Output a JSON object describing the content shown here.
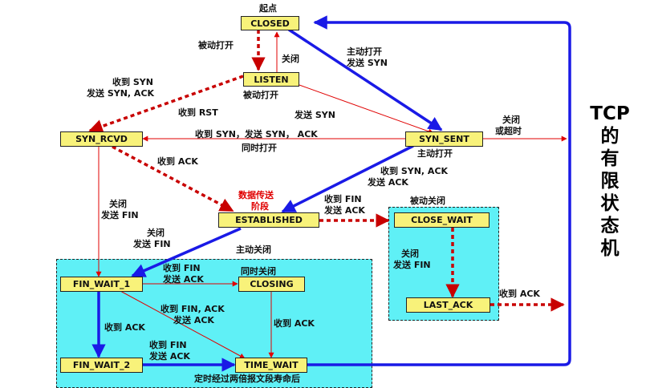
{
  "states": {
    "closed": "CLOSED",
    "listen": "LISTEN",
    "syn_rcvd": "SYN_RCVD",
    "syn_sent": "SYN_SENT",
    "established": "ESTABLISHED",
    "close_wait": "CLOSE_WAIT",
    "last_ack": "LAST_ACK",
    "fin_wait_1": "FIN_WAIT_1",
    "closing": "CLOSING",
    "fin_wait_2": "FIN_WAIT_2",
    "time_wait": "TIME_WAIT"
  },
  "labels": {
    "start": "起点",
    "passive_open_top": "被动打开",
    "close_listen": "关闭",
    "active_open_1": "主动打开",
    "send_syn_1": "发送 SYN",
    "recv_syn": "收到 SYN",
    "send_synack": "发送 SYN, ACK",
    "passive_open_2": "被动打开",
    "recv_rst": "收到 RST",
    "send_syn_2": "发送 SYN",
    "close_timeout_1": "关闭",
    "close_timeout_2": "或超时",
    "simul_open_1": "收到 SYN，发送 SYN， ACK",
    "simul_open_2": "同时打开",
    "active_open_2": "主动打开",
    "recv_ack_1": "收到 ACK",
    "data_transfer_1": "数据传送",
    "data_transfer_2": "阶段",
    "recv_synack_1": "收到 SYN, ACK",
    "recv_synack_2": "发送 ACK",
    "recv_fin_1": "收到 FIN",
    "send_ack_1": "发送 ACK",
    "passive_close": "被动关闭",
    "close_fin_1": "关闭",
    "close_fin_2": "发送 FIN",
    "close_fin_3": "关闭",
    "close_fin_4": "发送 FIN",
    "close_fin_5": "关闭",
    "close_fin_6": "发送 FIN",
    "active_close": "主动关闭",
    "recv_fin_2": "收到 FIN",
    "send_ack_2": "发送 ACK",
    "simul_close": "同时关闭",
    "recv_finack_1": "收到 FIN, ACK",
    "recv_finack_2": "发送 ACK",
    "recv_ack_2": "收到 ACK",
    "recv_ack_3": "收到 ACK",
    "recv_fin_3": "收到 FIN",
    "send_ack_3": "发送 ACK",
    "recv_ack_4": "收到 ACK",
    "timeout_note": "定时经过两倍报文段寿命后"
  },
  "side_title": [
    "TCP",
    "的",
    "有",
    "限",
    "状",
    "态",
    "机"
  ],
  "colors": {
    "state_fill": "#f8f27a",
    "region_fill": "#5ff0f6",
    "client_path": "#1a1ae6",
    "server_path": "#c80000",
    "thin_arrow": "#e00000"
  }
}
